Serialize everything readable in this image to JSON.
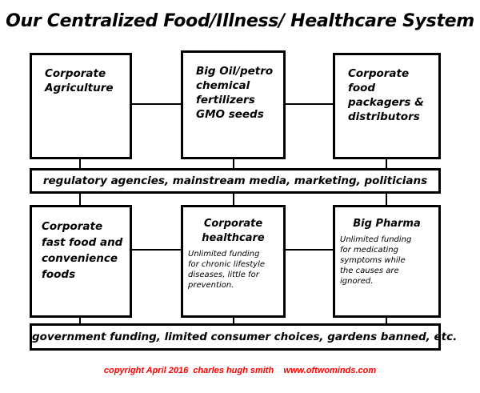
{
  "title": "Our Centralized Food/Illness/ Healthcare System",
  "top_row": [
    {
      "label": "Corporate\nAgriculture"
    },
    {
      "label": "Big Oil/petro\nchemical\nfertilizers\nGMO seeds"
    },
    {
      "label": "Corporate food\npackagers &\ndistributors"
    }
  ],
  "middle_band": "regulatory agencies, mainstream media, marketing, politicians",
  "bottom_row": [
    {
      "label": "Corporate\nfast food and\nconvenience\nfoods",
      "note": ""
    },
    {
      "label": "Corporate\nhealthcare",
      "note": "Unlimited funding\nfor chronic lifestyle\ndiseases, little for\nprevention."
    },
    {
      "label": "Big Pharma",
      "note": "Unlimited funding\nfor medicating\nsymptoms while\nthe causes are\nignored."
    }
  ],
  "bottom_band": "government funding, limited consumer choices, gardens banned, etc.",
  "credit": "copyright April 2016  charles hugh smith    www.oftwominds.com",
  "colors": {
    "line": "#000000",
    "credit": "#ff0000"
  }
}
